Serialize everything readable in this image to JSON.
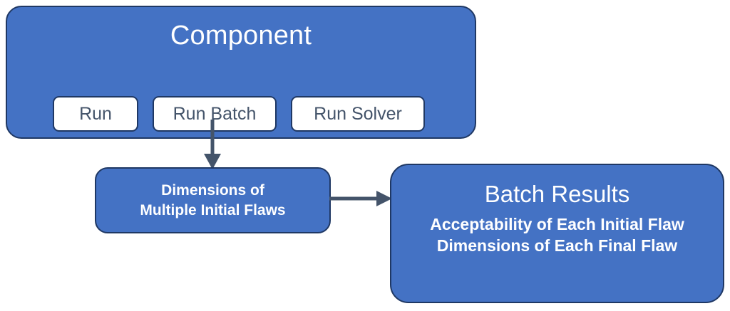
{
  "diagram": {
    "type": "flowchart",
    "background_color": "#FFFFFF",
    "node_fill_color": "#4472C4",
    "node_border_color": "#1F3864",
    "node_text_color": "#FFFFFF",
    "button_fill_color": "#FFFFFF",
    "button_text_color": "#44546A",
    "connector_color": "#44546A",
    "nodes": {
      "component": {
        "title": "Component",
        "buttons": [
          {
            "label": "Run"
          },
          {
            "label": "Run Batch"
          },
          {
            "label": "Run Solver"
          }
        ]
      },
      "dimensions": {
        "text": "Dimensions of\nMultiple Initial Flaws"
      },
      "results": {
        "title": "Batch Results",
        "lines": "Acceptability of Each Initial Flaw\nDimensions of Each Final Flaw"
      }
    },
    "connectors": [
      {
        "name": "run-batch-to-dimensions",
        "from": "Run Batch",
        "to": "Dimensions of Multiple Initial Flaws",
        "direction": "down"
      },
      {
        "name": "dimensions-to-results",
        "from": "Dimensions of Multiple Initial Flaws",
        "to": "Batch Results",
        "direction": "right"
      }
    ]
  }
}
